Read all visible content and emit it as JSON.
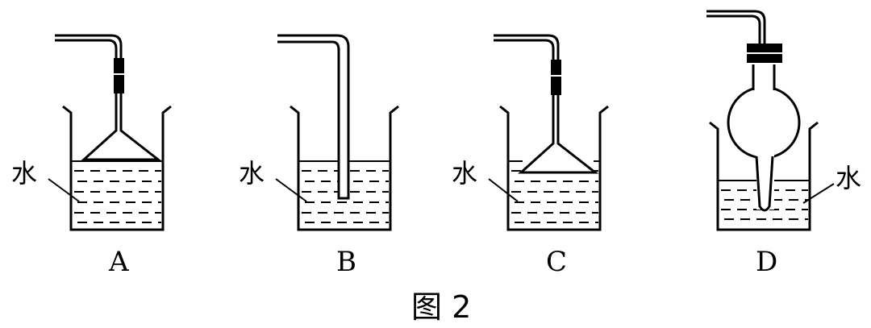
{
  "figure": {
    "caption": "图 2",
    "water_label": "水",
    "panels": [
      {
        "id": "A",
        "label": "A"
      },
      {
        "id": "B",
        "label": "B"
      },
      {
        "id": "C",
        "label": "C"
      },
      {
        "id": "D",
        "label": "D"
      }
    ]
  }
}
